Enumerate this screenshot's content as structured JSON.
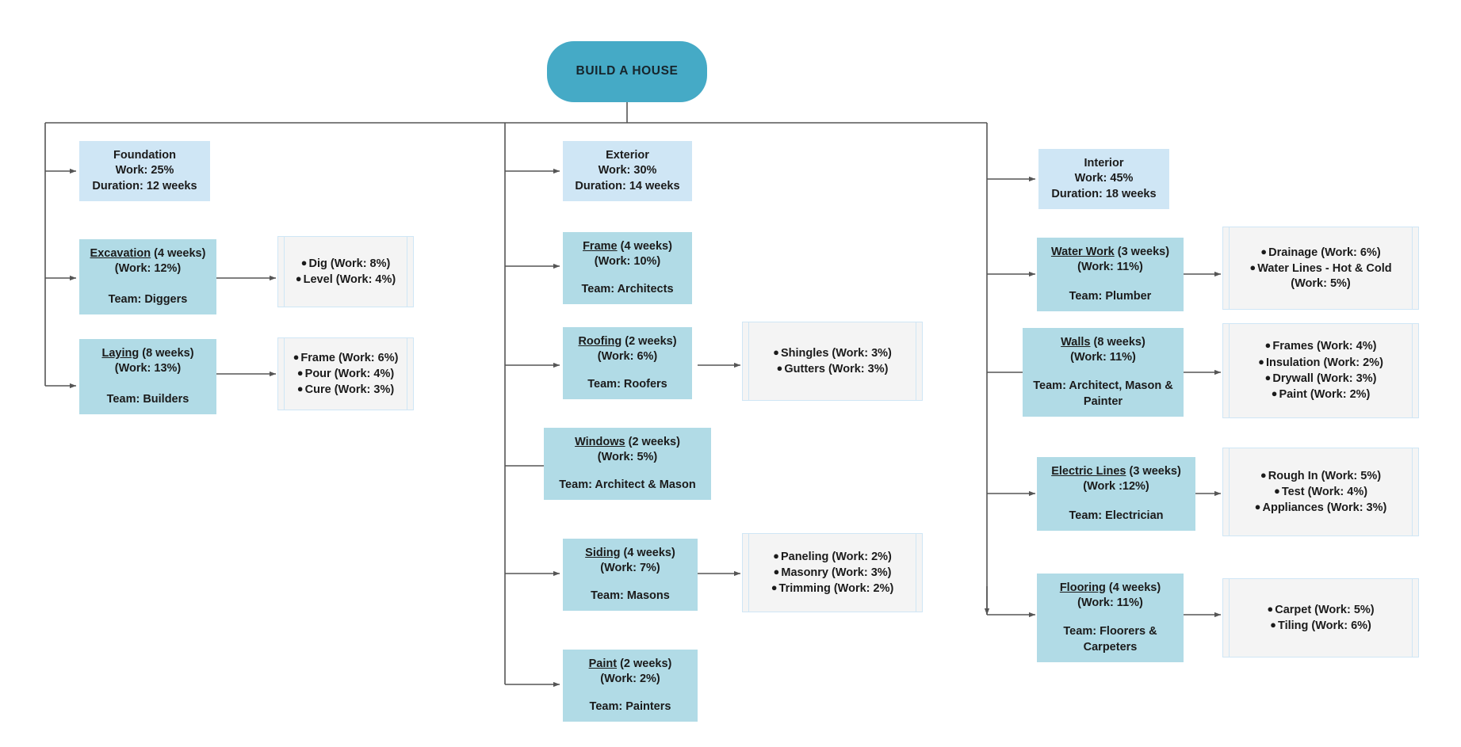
{
  "diagram": {
    "title": "BUILD A HOUSE",
    "colors": {
      "root_fill": "#45aac6",
      "phase_fill": "#cfe6f5",
      "task_fill": "#b1dbe6",
      "detail_fill": "#f4f4f4",
      "detail_border": "#cfe6f5",
      "connector": "#555555",
      "text": "#1b1b1b"
    }
  },
  "phases": {
    "foundation": {
      "name": "Foundation",
      "work": "Work: 25%",
      "duration": "Duration: 12 weeks"
    },
    "exterior": {
      "name": "Exterior",
      "work": "Work: 30%",
      "duration": "Duration: 14 weeks"
    },
    "interior": {
      "name": "Interior",
      "work": "Work: 45%",
      "duration": "Duration: 18 weeks"
    }
  },
  "tasks": {
    "excavation": {
      "name": "Excavation",
      "weeks": "(4 weeks)",
      "work": "(Work: 12%)",
      "team": "Team: Diggers"
    },
    "laying": {
      "name": "Laying",
      "weeks": "(8 weeks)",
      "work": "(Work: 13%)",
      "team": "Team: Builders"
    },
    "frame": {
      "name": "Frame",
      "weeks": "(4 weeks)",
      "work": "(Work: 10%)",
      "team": "Team: Architects"
    },
    "roofing": {
      "name": "Roofing",
      "weeks": "(2 weeks)",
      "work": "(Work: 6%)",
      "team": "Team: Roofers"
    },
    "windows": {
      "name": "Windows",
      "weeks": "(2 weeks)",
      "work": "(Work: 5%)",
      "team": "Team: Architect & Mason"
    },
    "siding": {
      "name": "Siding",
      "weeks": "(4 weeks)",
      "work": "(Work: 7%)",
      "team": "Team: Masons"
    },
    "paint": {
      "name": "Paint",
      "weeks": "(2 weeks)",
      "work": "(Work: 2%)",
      "team": "Team: Painters"
    },
    "water_work": {
      "name": "Water Work",
      "weeks": "(3 weeks)",
      "work": "(Work: 11%)",
      "team": "Team: Plumber"
    },
    "walls": {
      "name": "Walls",
      "weeks": "(8 weeks)",
      "work": "(Work: 11%)",
      "team": "Team: Architect, Mason & Painter"
    },
    "electric_lines": {
      "name": "Electric Lines",
      "weeks": "(3 weeks)",
      "work": "(Work :12%)",
      "team": "Team: Electrician"
    },
    "flooring": {
      "name": "Flooring",
      "weeks": "(4 weeks)",
      "work": "(Work: 11%)",
      "team": "Team: Floorers & Carpeters"
    }
  },
  "details": {
    "excavation": {
      "items": [
        "Dig (Work: 8%)",
        "Level (Work: 4%)"
      ]
    },
    "laying": {
      "items": [
        "Frame (Work: 6%)",
        "Pour (Work: 4%)",
        "Cure (Work: 3%)"
      ]
    },
    "roofing": {
      "items": [
        "Shingles (Work: 3%)",
        "Gutters (Work: 3%)"
      ]
    },
    "siding": {
      "items": [
        "Paneling (Work: 2%)",
        "Masonry (Work: 3%)",
        "Trimming (Work: 2%)"
      ]
    },
    "water_work": {
      "items": [
        "Drainage (Work: 6%)",
        "Water Lines - Hot & Cold (Work: 5%)"
      ]
    },
    "walls": {
      "items": [
        "Frames (Work: 4%)",
        "Insulation (Work: 2%)",
        "Drywall (Work: 3%)",
        "Paint (Work: 2%)"
      ]
    },
    "electric_lines": {
      "items": [
        "Rough In (Work: 5%)",
        "Test (Work: 4%)",
        "Appliances (Work: 3%)"
      ]
    },
    "flooring": {
      "items": [
        "Carpet (Work: 5%)",
        "Tiling (Work: 6%)"
      ]
    }
  }
}
